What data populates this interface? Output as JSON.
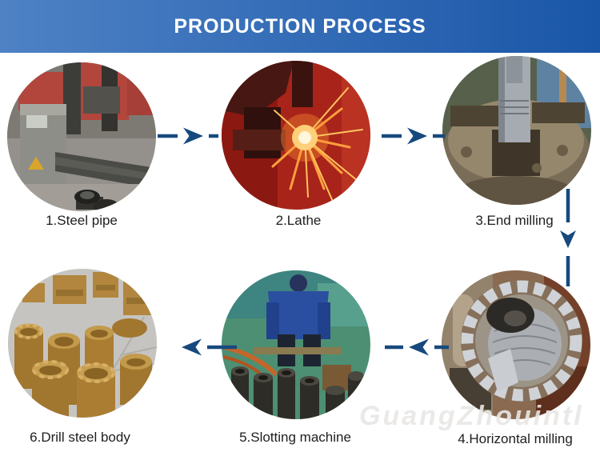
{
  "header": {
    "title": "PRODUCTION PROCESS",
    "gradient_left": "#4e82c5",
    "gradient_right": "#1a56a8",
    "text_color": "#ffffff"
  },
  "steps": [
    {
      "label": "1.Steel pipe",
      "photo": "bandsaw-cutting-steel-pipes"
    },
    {
      "label": "2.Lathe",
      "photo": "lathe-turning-with-sparks"
    },
    {
      "label": "3.End milling",
      "photo": "lathe-chuck-holding-workpiece"
    },
    {
      "label": "4.Horizontal milling",
      "photo": "crown-drill-bit-closeup"
    },
    {
      "label": "5.Slotting machine",
      "photo": "worker-slotting-drill-bits"
    },
    {
      "label": "6.Drill steel body",
      "photo": "drill-steel-bodies-on-floor"
    }
  ],
  "flow": {
    "arrow_color": "#17497e",
    "sequence": [
      "1-to-2 right",
      "2-to-3 right",
      "3-to-4 down",
      "4-to-5 left",
      "5-to-6 left"
    ]
  },
  "watermark": {
    "text": "GuangZhouintl",
    "color": "#e9e7e4"
  }
}
